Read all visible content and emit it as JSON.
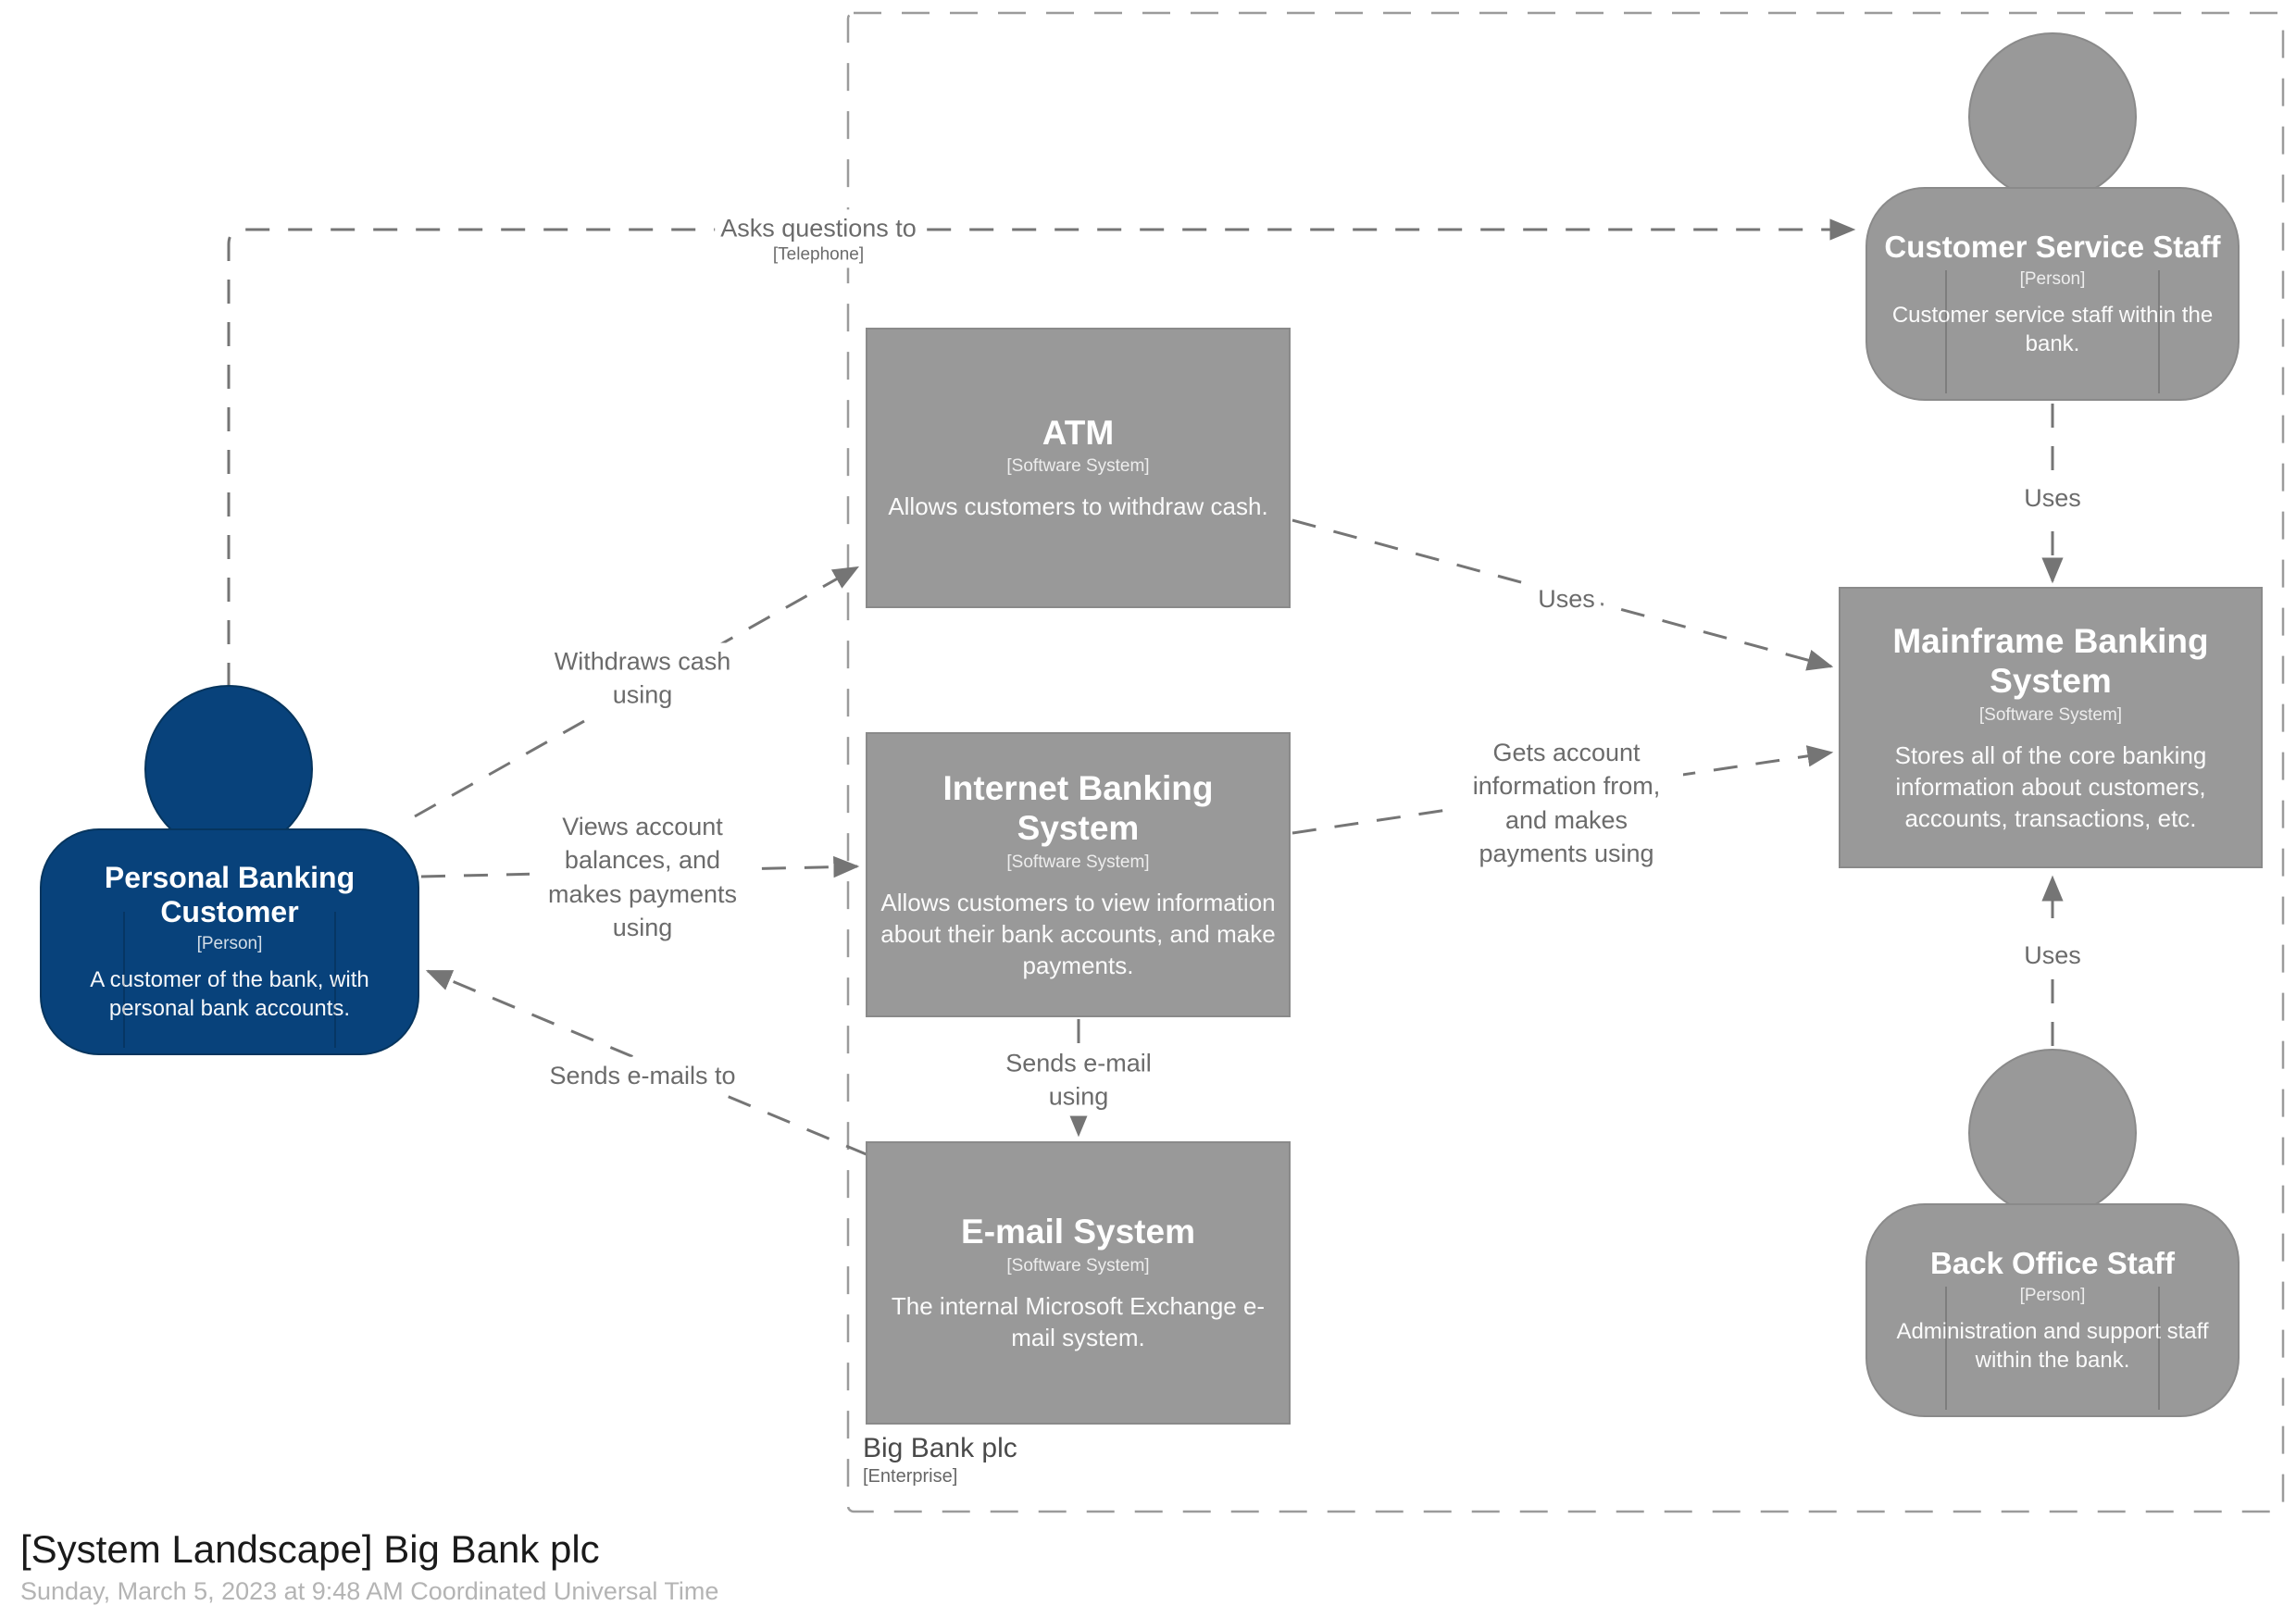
{
  "title": {
    "heading": "[System Landscape] Big Bank plc",
    "timestamp": "Sunday, March 5, 2023 at 9:48 AM Coordinated Universal Time"
  },
  "enterprise": {
    "name": "Big Bank plc",
    "meta": "[Enterprise]"
  },
  "colors": {
    "person_blue": "#08427b",
    "person_blue_border": "#06355e",
    "system_gray": "#999999",
    "system_gray_border": "#8a8a8a",
    "line_gray": "#757575",
    "label_text": "#6b6b6b",
    "boundary_gray": "#9b9b9b",
    "enterprise_label": "#4a4a4a",
    "title_text": "#1a1a1a",
    "subtitle_text": "#b4b4b4"
  },
  "elements": {
    "personal_banking_customer": {
      "name": "Personal Banking Customer",
      "meta": "[Person]",
      "description": "A customer of the bank, with personal bank accounts."
    },
    "atm": {
      "name": "ATM",
      "meta": "[Software System]",
      "description": "Allows customers to withdraw cash."
    },
    "internet_banking_system": {
      "name": "Internet Banking System",
      "meta": "[Software System]",
      "description": "Allows customers to view information about their bank accounts, and make payments."
    },
    "email_system": {
      "name": "E-mail System",
      "meta": "[Software System]",
      "description": "The internal Microsoft Exchange e-mail system."
    },
    "mainframe_banking_system": {
      "name": "Mainframe Banking System",
      "meta": "[Software System]",
      "description": "Stores all of the core banking information about customers, accounts, transactions, etc."
    },
    "customer_service_staff": {
      "name": "Customer Service Staff",
      "meta": "[Person]",
      "description": "Customer service staff within the bank."
    },
    "back_office_staff": {
      "name": "Back Office Staff",
      "meta": "[Person]",
      "description": "Administration and support staff within the bank."
    }
  },
  "relationships": {
    "asks_questions": {
      "label": "Asks questions to",
      "meta": "[Telephone]"
    },
    "withdraws_cash": {
      "label": "Withdraws cash using"
    },
    "views_balances": {
      "label": "Views account balances, and makes payments using"
    },
    "sends_emails_to": {
      "label": "Sends e-mails to"
    },
    "atm_uses": {
      "label": "Uses"
    },
    "gets_account_info": {
      "label": "Gets account information from, and makes payments using"
    },
    "sends_email_using": {
      "label": "Sends e-mail using"
    },
    "customer_service_uses": {
      "label": "Uses"
    },
    "back_office_uses": {
      "label": "Uses"
    }
  }
}
